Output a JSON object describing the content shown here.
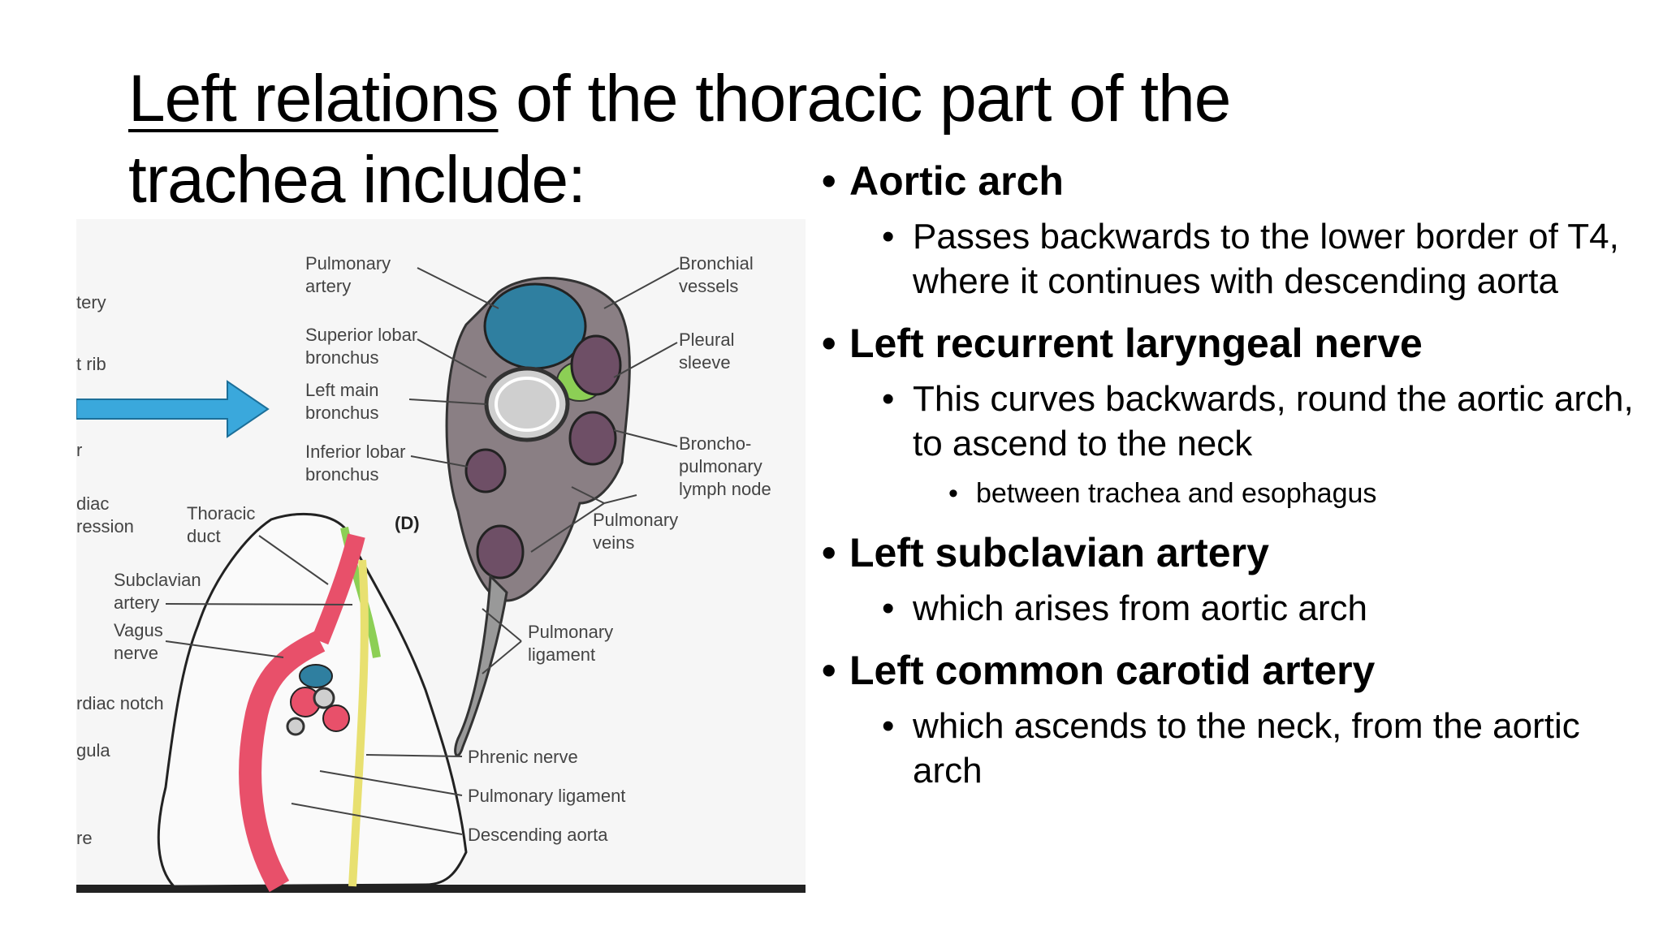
{
  "title": {
    "underlined": "Left relations",
    "rest": " of the thoracic part of the trachea include:"
  },
  "figure": {
    "labels": {
      "pulmonary_artery": [
        "Pulmonary",
        "artery"
      ],
      "bronchial_vessels": [
        "Bronchial",
        "vessels"
      ],
      "superior_lobar_bronchus": [
        "Superior lobar",
        "bronchus"
      ],
      "pleural_sleeve": [
        "Pleural",
        "sleeve"
      ],
      "left_main_bronchus": [
        "Left main",
        "bronchus"
      ],
      "inferior_lobar_bronchus": [
        "Inferior lobar",
        "bronchus"
      ],
      "bronchopulmonary_lymph_node": [
        "Broncho-",
        "pulmonary",
        "lymph node"
      ],
      "panel_letter": "(D)",
      "thoracic_duct": [
        "Thoracic",
        "duct"
      ],
      "pulmonary_veins": [
        "Pulmonary",
        "veins"
      ],
      "subclavian_artery": [
        "Subclavian",
        "artery"
      ],
      "vagus_nerve": [
        "Vagus",
        "nerve"
      ],
      "pulmonary_ligament_upper": [
        "Pulmonary",
        "ligament"
      ],
      "phrenic_nerve": "Phrenic nerve",
      "pulmonary_ligament_lower": "Pulmonary ligament",
      "descending_aorta": "Descending aorta",
      "edge_tery": "tery",
      "edge_rib": "t rib",
      "edge_r": "r",
      "edge_diac": "diac",
      "edge_ression": "ression",
      "edge_cardiac_notch": "rdiac notch",
      "edge_gula": "gula",
      "edge_re": "re"
    }
  },
  "bullets": [
    {
      "heading": "Aortic arch",
      "details": [
        "Passes backwards to the lower border of T4, where it continues with descending aorta"
      ]
    },
    {
      "heading": "Left recurrent laryngeal nerve",
      "details": [
        "This curves backwards, round the aortic arch, to ascend to the neck"
      ],
      "sub": [
        "between trachea and esophagus"
      ]
    },
    {
      "heading": "Left subclavian artery",
      "details": [
        "which arises from aortic arch"
      ]
    },
    {
      "heading": "Left common carotid artery",
      "details": [
        "which ascends to the neck, from the aortic arch"
      ]
    }
  ],
  "colors": {
    "arrow": "#3aa8dc",
    "artery_red": "#e8506a",
    "vessel_blue": "#2f7fa0",
    "nerve_yellow": "#e8e070",
    "duct_green": "#8ccf55",
    "vein_purple": "#6e4f66"
  }
}
